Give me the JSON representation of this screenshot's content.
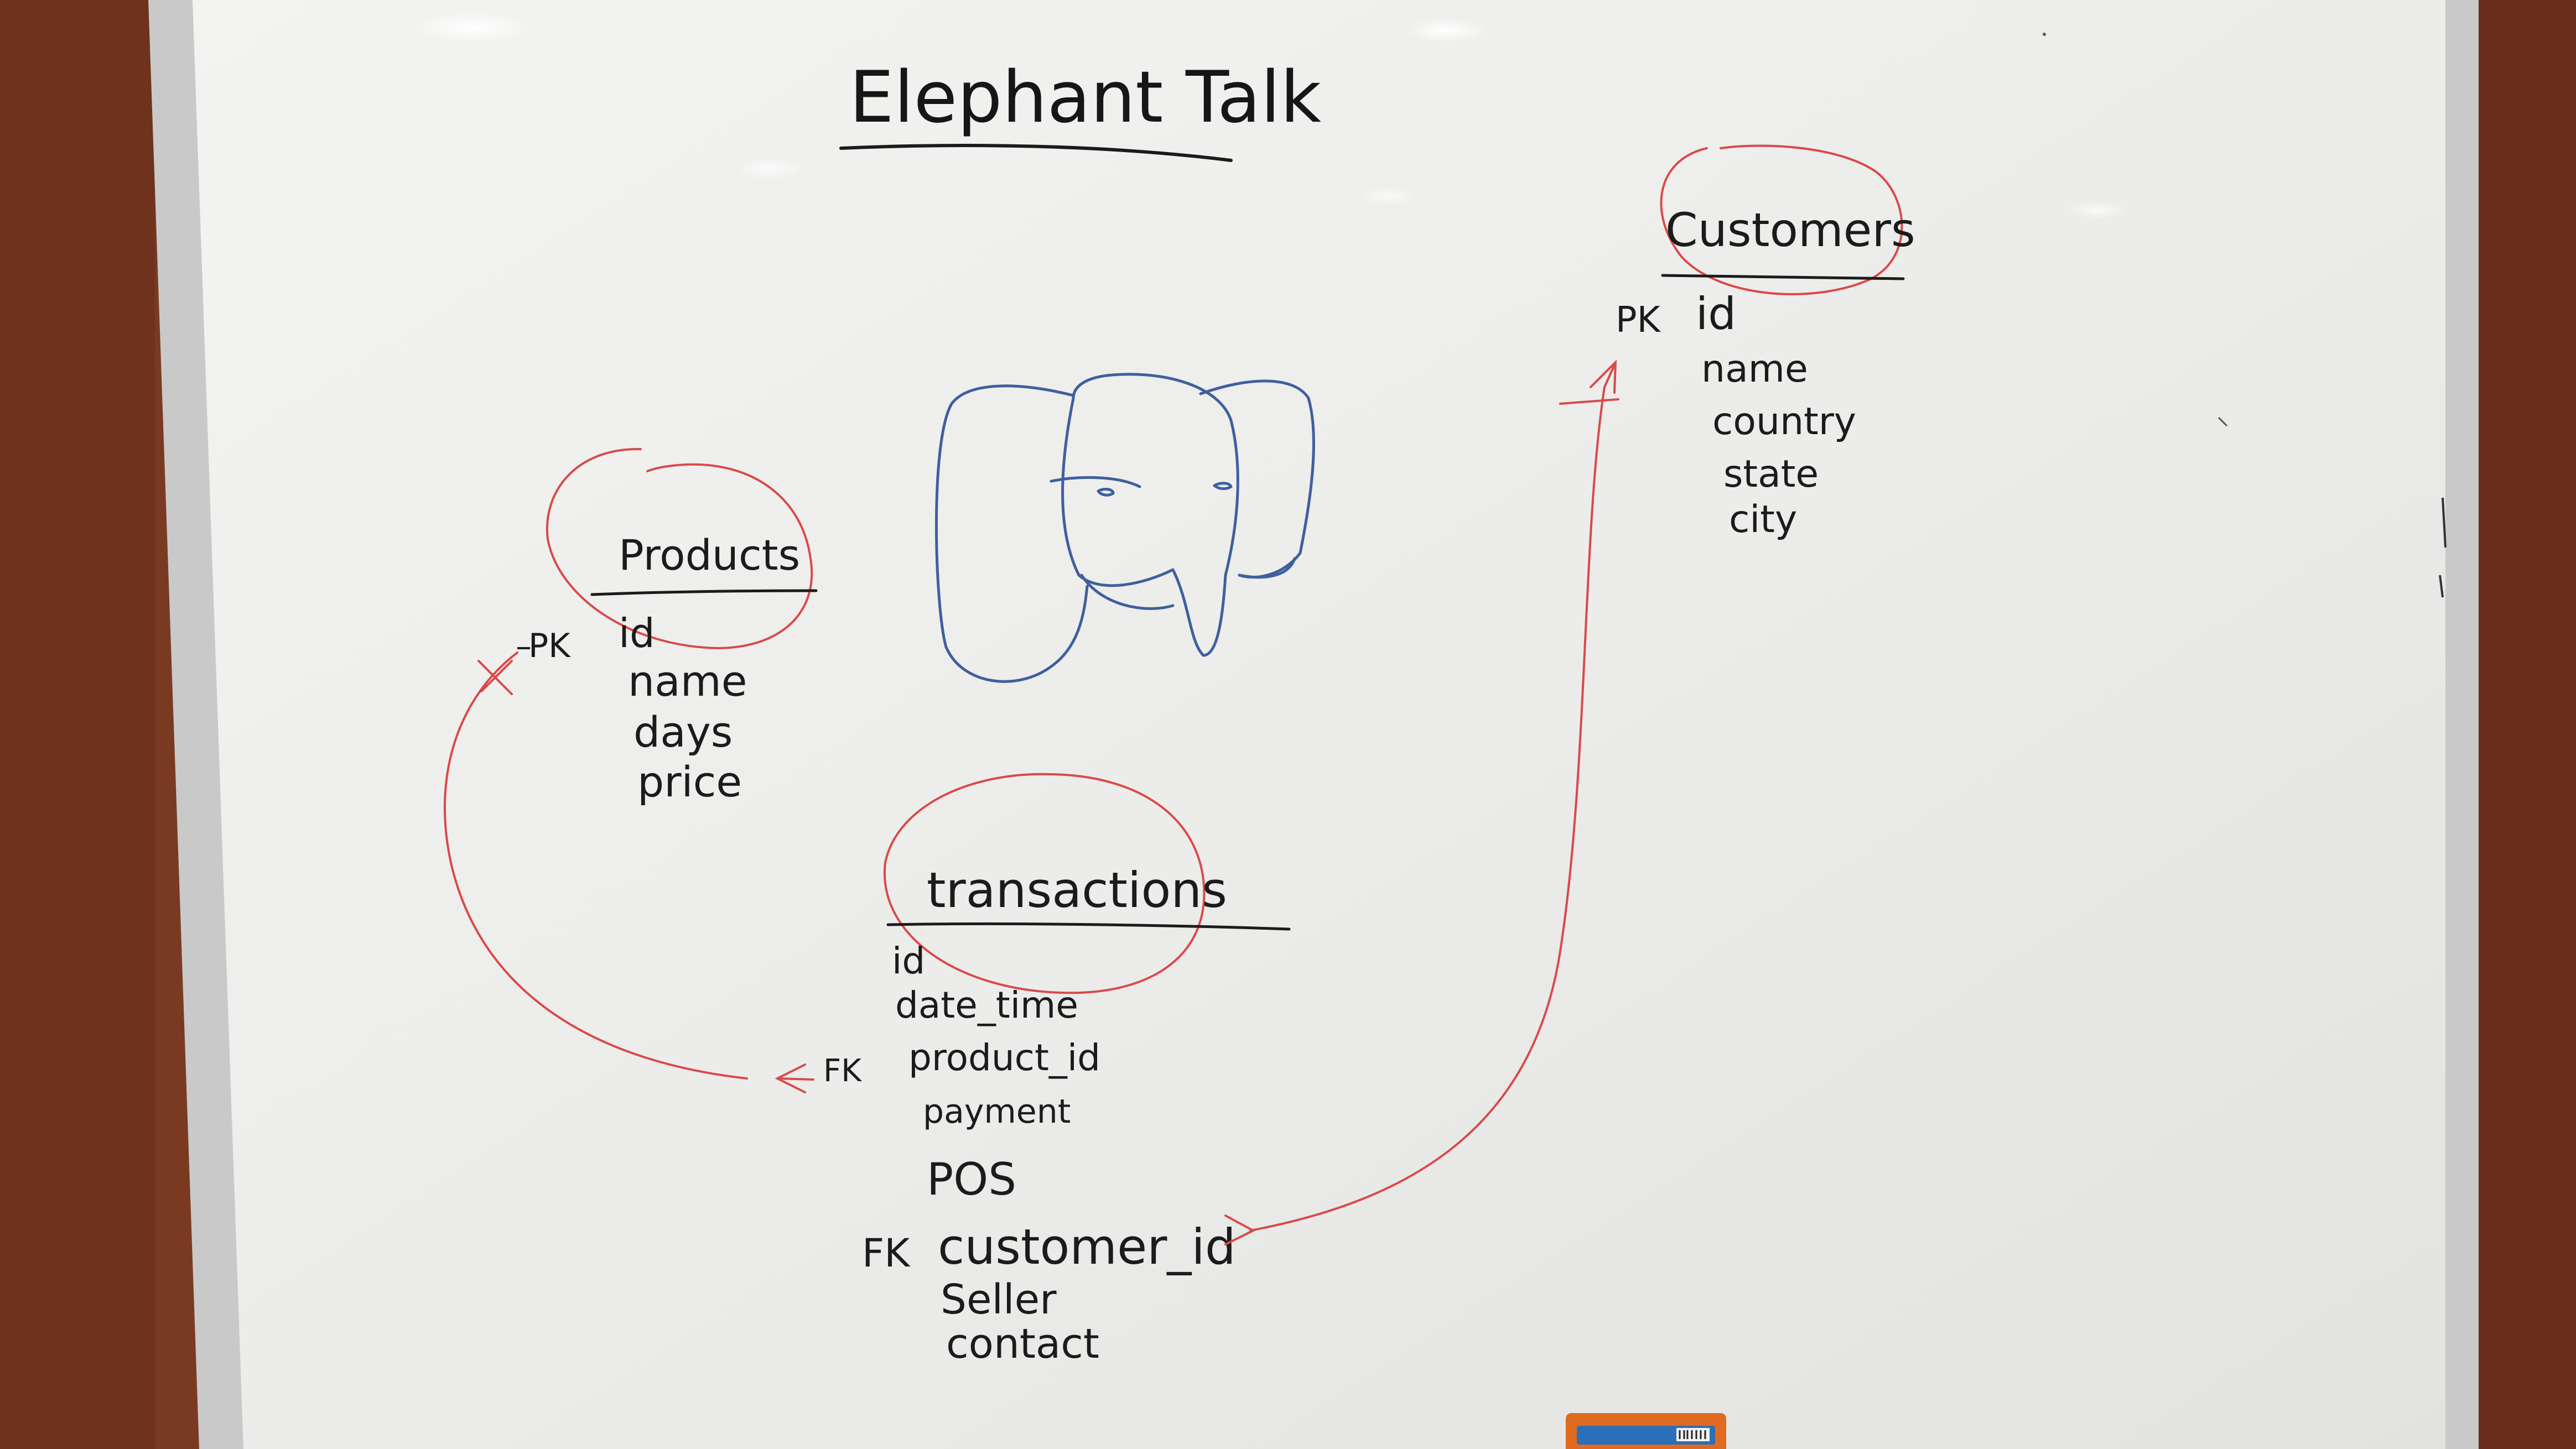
{
  "board": {
    "title": "Elephant Talk"
  },
  "colors": {
    "wall": "#7a3a22",
    "board_frame": "#c9c9c9",
    "board_surface": "#eeeeec",
    "ink_black": "#1b1b1b",
    "ink_red": "#d84a4a",
    "ink_blue": "#3f5f9e",
    "eraser_orange": "#e06a1f",
    "eraser_blue": "#2b6fb8"
  },
  "icons": {
    "logo": "postgresql-elephant-icon",
    "eraser": "whiteboard-eraser-icon"
  },
  "tables": {
    "products": {
      "name": "Products",
      "pk_marker": "PK",
      "fields": [
        "id",
        "name",
        "days",
        "price"
      ]
    },
    "customers": {
      "name": "Customers",
      "pk_marker": "PK",
      "fields": [
        "id",
        "name",
        "country",
        "state",
        "city"
      ]
    },
    "transactions": {
      "name": "transactions",
      "fields": [
        "id",
        "date_time",
        "product_id",
        "payment",
        "POS",
        "customer_id",
        "Seller",
        "contact"
      ],
      "fk_product": "FK",
      "fk_customer": "FK"
    }
  },
  "relationships": [
    {
      "from": "transactions.product_id",
      "to": "products.id",
      "style": "red-arrow"
    },
    {
      "from": "transactions.customer_id",
      "to": "customers.id",
      "style": "red-arrow"
    }
  ]
}
